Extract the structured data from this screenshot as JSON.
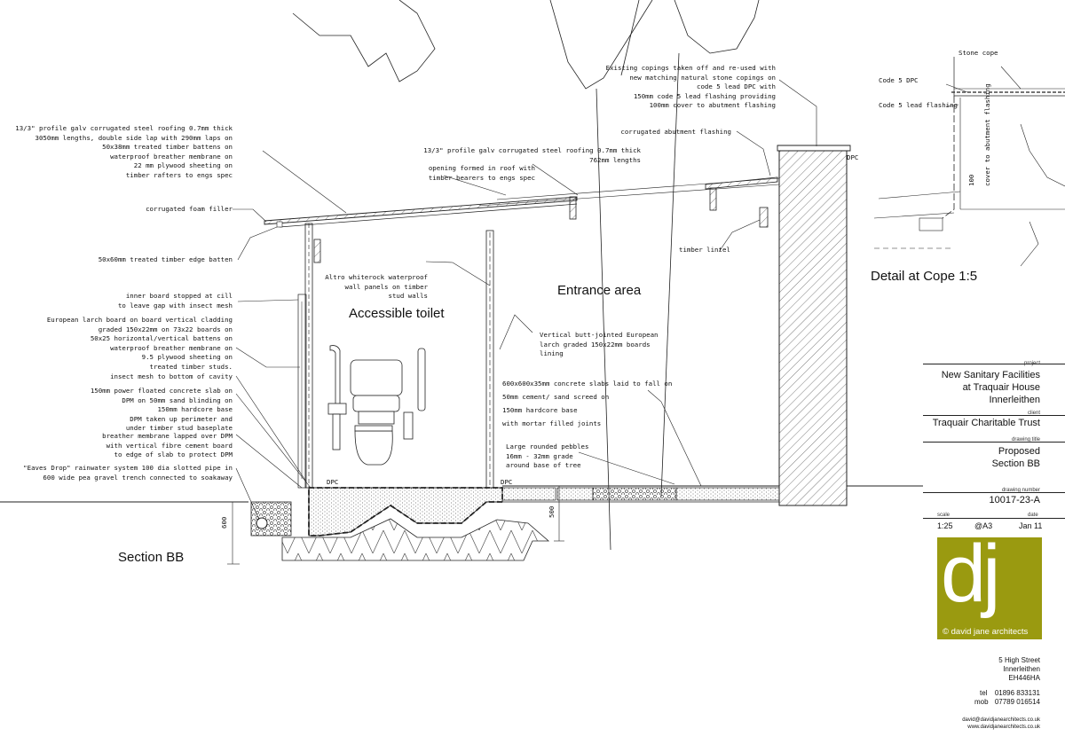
{
  "notes": {
    "roof_main": "13/3\" profile galv corrugated steel roofing 0.7mm thick\n3050mm lengths, double side lap with 290mm laps on\n50x38mm treated timber battens on\nwaterproof breather membrane on\n22 mm plywood sheeting on\ntimber rafters to engs spec",
    "foam_filler": "corrugated foam filler",
    "edge_batten": "50x60mm treated timber edge batten",
    "inner_board": "inner board stopped at cill\nto leave gap with insect mesh",
    "larch_cladding": "European larch board on board vertical cladding\ngraded 150x22mm on 73x22 boards on\n50x25 horizontal/vertical battens on\nwaterproof breather membrane on\n9.5 plywood sheeting on\ntreated timber studs.",
    "insect_mesh": "insect mesh to bottom of cavity",
    "slab": "150mm power floated concrete slab on\nDPM on 50mm sand blinding on\n150mm hardcore base\nDPM taken up perimeter and\nunder timber stud baseplate",
    "breather": "breather membrane lapped over DPM\nwith vertical fibre cement board\nto edge of slab to protect DPM",
    "eaves_drop": "\"Eaves Drop\" rainwater system 100 dia slotted pipe in\n600 wide pea gravel trench connected to soakaway",
    "roof_short": "13/3\" profile galv corrugated steel roofing 0.7mm thick\n762mm lengths",
    "opening": "opening formed in roof with\ntimber bearers to engs spec",
    "copings": "Existing copings taken off and re-used with\nnew matching natural stone copings on\ncode 5 lead DPC with\n150mm code 5 lead flashing providing\n100mm cover to abutment flashing",
    "abutment": "corrugated abutment flashing",
    "lintel": "timber lintel",
    "altro": "Altro whiterock waterproof\nwall panels on timber\nstud walls",
    "butt_jointed": "Vertical butt-jointed European\nlarch graded 150x22mm boards\nlining",
    "slabs_600": "600x600x35mm concrete slabs laid to fall on\n50mm cement/ sand screed on\n150mm hardcore base\nwith mortar filled joints",
    "pebbles": "Large rounded pebbles\n16mm - 32mm grade\naround base of tree",
    "dpc_left": "DPC",
    "dpc_mid": "DPC",
    "dpc_wall": "DPC",
    "dim_600": "600",
    "dim_500": "500"
  },
  "labels": {
    "accessible_toilet": "Accessible toilet",
    "entrance_area": "Entrance area",
    "section_bb": "Section BB",
    "detail_title": "Detail at Cope  1:5",
    "stone_cope": "Stone cope",
    "code5_dpc": "Code 5 DPC",
    "code5_flashing": "Code 5 lead flashing",
    "cover_note": "100\ncover to abutment flashing"
  },
  "title_block": {
    "project_caption": "project",
    "project": "New Sanitary Facilities\nat Traquair House\nInnerleithen",
    "client_caption": "client",
    "client": "Traquair Charitable Trust",
    "title_caption": "drawing title",
    "title": "Proposed\nSection BB",
    "number_caption": "drawing number",
    "number": "10017-23-A",
    "scale_caption": "scale",
    "scale": "1:25",
    "paper": "@A3",
    "date_caption": "date",
    "date": "Jan 11",
    "logo_mark": "dj",
    "logo_text": "© david jane architects",
    "address": "5 High Street\nInnerleithen\nEH446HA",
    "tel_label": "tel",
    "tel": "01896 833131",
    "mob_label": "mob",
    "mob": "07789 016514",
    "email": "david@davidjanearchitects.co.uk",
    "web": "www.davidjanearchitects.co.uk"
  }
}
